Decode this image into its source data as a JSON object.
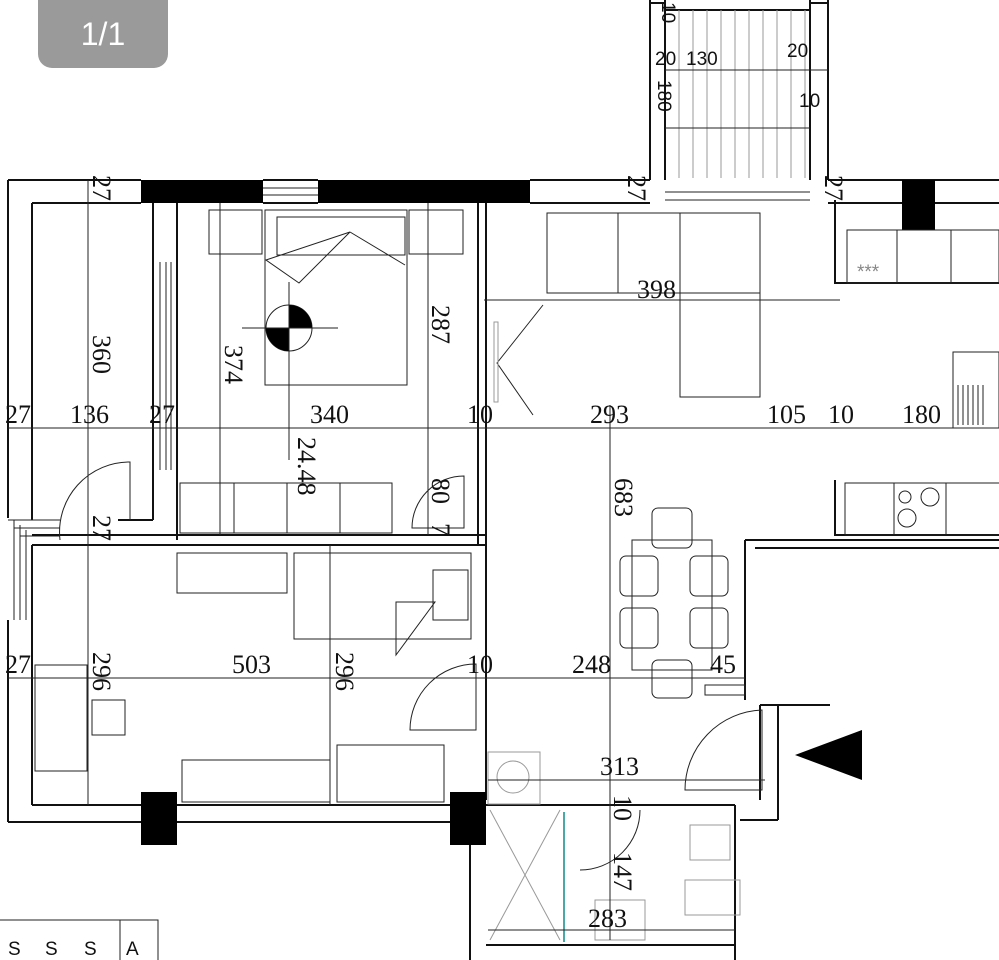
{
  "viewer": {
    "page_indicator": "1/1"
  },
  "plan": {
    "dimensions": {
      "top_wall_left": "27",
      "left_room_height": "360",
      "bedroom_height": "374",
      "wardrobe_height": "287",
      "row1": [
        "27",
        "136",
        "27",
        "340",
        "10",
        "293",
        "105",
        "10",
        "180"
      ],
      "sofa_width": "398",
      "bedroom_area": "24.48",
      "door_width": "80",
      "door_offset": "7",
      "hall_wall": "27",
      "living_length": "683",
      "row2": [
        "27",
        "503",
        "10",
        "248",
        "45"
      ],
      "room2_height_left": "296",
      "room2_height_right": "296",
      "hall_width": "313",
      "bath_wall": "10",
      "bath_height": "147",
      "bath_width": "283",
      "balcony": {
        "top": "10",
        "left_margin": "20",
        "width": "130",
        "right_margin": "20",
        "depth": "180",
        "right_wall": "10",
        "wall_left": "27",
        "wall_right": "27"
      }
    },
    "kitchen_label": "***",
    "legend_letters": [
      "S",
      "S",
      "S",
      "A"
    ],
    "entrance_icon": "entrance-arrow-icon",
    "north_icon": "compass-icon",
    "colors": {
      "walls": "#000000",
      "shower_glass": "#4aa8a8",
      "badge": "#9a9a9a"
    }
  }
}
